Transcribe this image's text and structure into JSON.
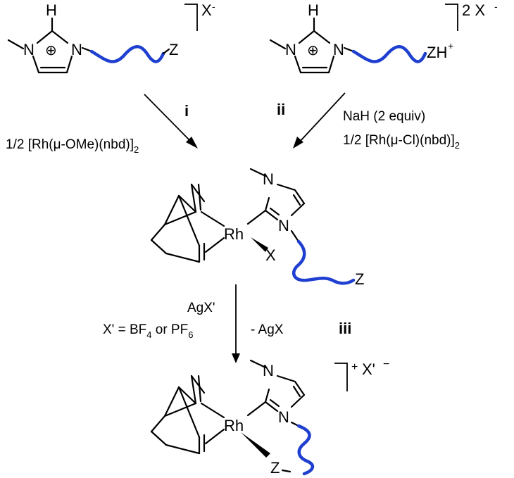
{
  "scheme": {
    "top_left": {
      "atom_H": "H",
      "atom_N1": "N",
      "atom_N2": "N",
      "charge": "⊕",
      "group": "Z",
      "counter_ion": "X",
      "counter_ion_charge": "-"
    },
    "top_right": {
      "atom_H": "H",
      "atom_N1": "N",
      "atom_N2": "N",
      "charge": "⊕",
      "group": "ZH",
      "group_charge": "+",
      "counter_ion": "2 X",
      "counter_ion_charge": "-"
    },
    "step_i": {
      "label": "i",
      "reagent": "1/2 [Rh(μ-OMe)(nbd)]",
      "reagent_subscript": "2"
    },
    "step_ii": {
      "label": "ii",
      "reagent_line1": "NaH (2 equiv)",
      "reagent_line2": "1/2 [Rh(μ-Cl)(nbd)]",
      "reagent_subscript": "2"
    },
    "middle_complex": {
      "metal": "Rh",
      "ligand_X": "X",
      "atom_N1": "N",
      "atom_N2": "N",
      "group": "Z"
    },
    "step_iii": {
      "label": "iii",
      "reagent": "AgX'",
      "condition_prefix": "X' = BF",
      "condition_sub1": "4",
      "condition_mid": " or PF",
      "condition_sub2": "6",
      "byproduct": "- AgX"
    },
    "bottom_complex": {
      "metal": "Rh",
      "atom_N1": "N",
      "atom_N2": "N",
      "group": "Z",
      "charge": "+",
      "counter_ion": "X'",
      "counter_ion_charge": "−"
    }
  }
}
